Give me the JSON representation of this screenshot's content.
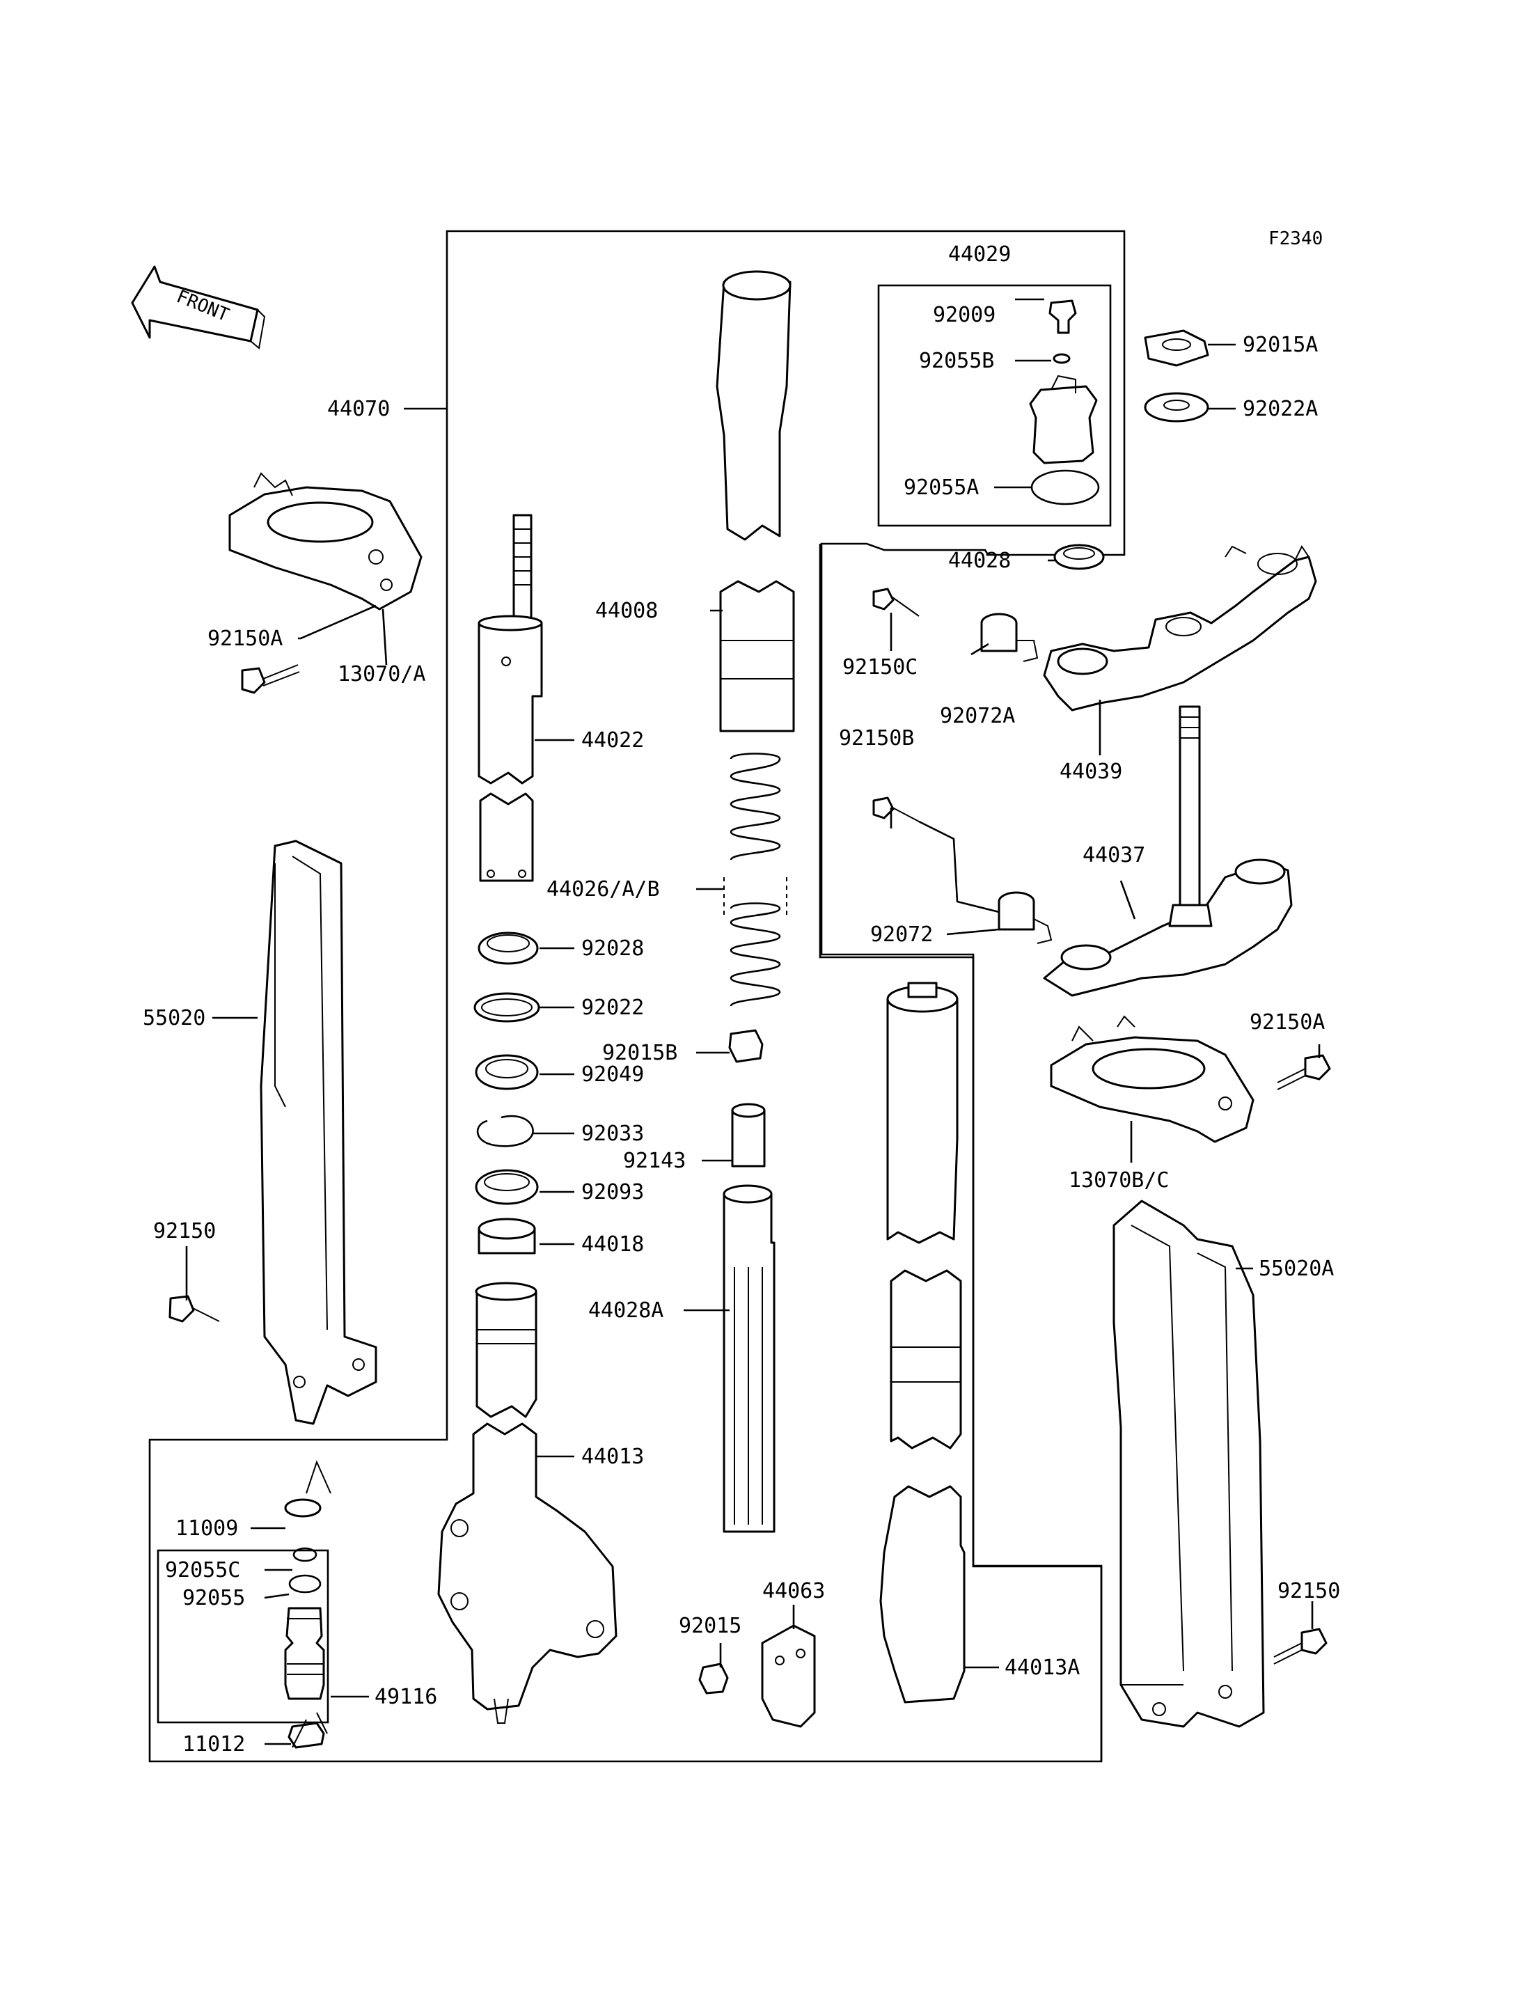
{
  "figure_code": "F2340",
  "front_label": "FRONT",
  "callouts": {
    "p44070": "44070",
    "p44029": "44029",
    "p92009": "92009",
    "p92055B": "92055B",
    "p92055A": "92055A",
    "p44028": "44028",
    "p92015A": "92015A",
    "p92022A": "92022A",
    "p92150A_top": "92150A",
    "p13070A": "13070/A",
    "p44008": "44008",
    "p44022": "44022",
    "p92150C": "92150C",
    "p92072A": "92072A",
    "p44039": "44039",
    "p92150B": "92150B",
    "p44037": "44037",
    "p44026": "44026/A/B",
    "p92072": "92072",
    "p92028": "92028",
    "p92022": "92022",
    "p55020": "55020",
    "p92015B": "92015B",
    "p92049": "92049",
    "p92150A_right": "92150A",
    "p92033": "92033",
    "p92143": "92143",
    "p13070BC": "13070B/C",
    "p92093": "92093",
    "p92150_left": "92150",
    "p44018": "44018",
    "p55020A": "55020A",
    "p44028A": "44028A",
    "p44013": "44013",
    "p11009": "11009",
    "p92055C": "92055C",
    "p92055": "92055",
    "p44063": "44063",
    "p92015": "92015",
    "p92150_right": "92150",
    "p49116": "49116",
    "p44013A": "44013A",
    "p11012": "11012"
  }
}
